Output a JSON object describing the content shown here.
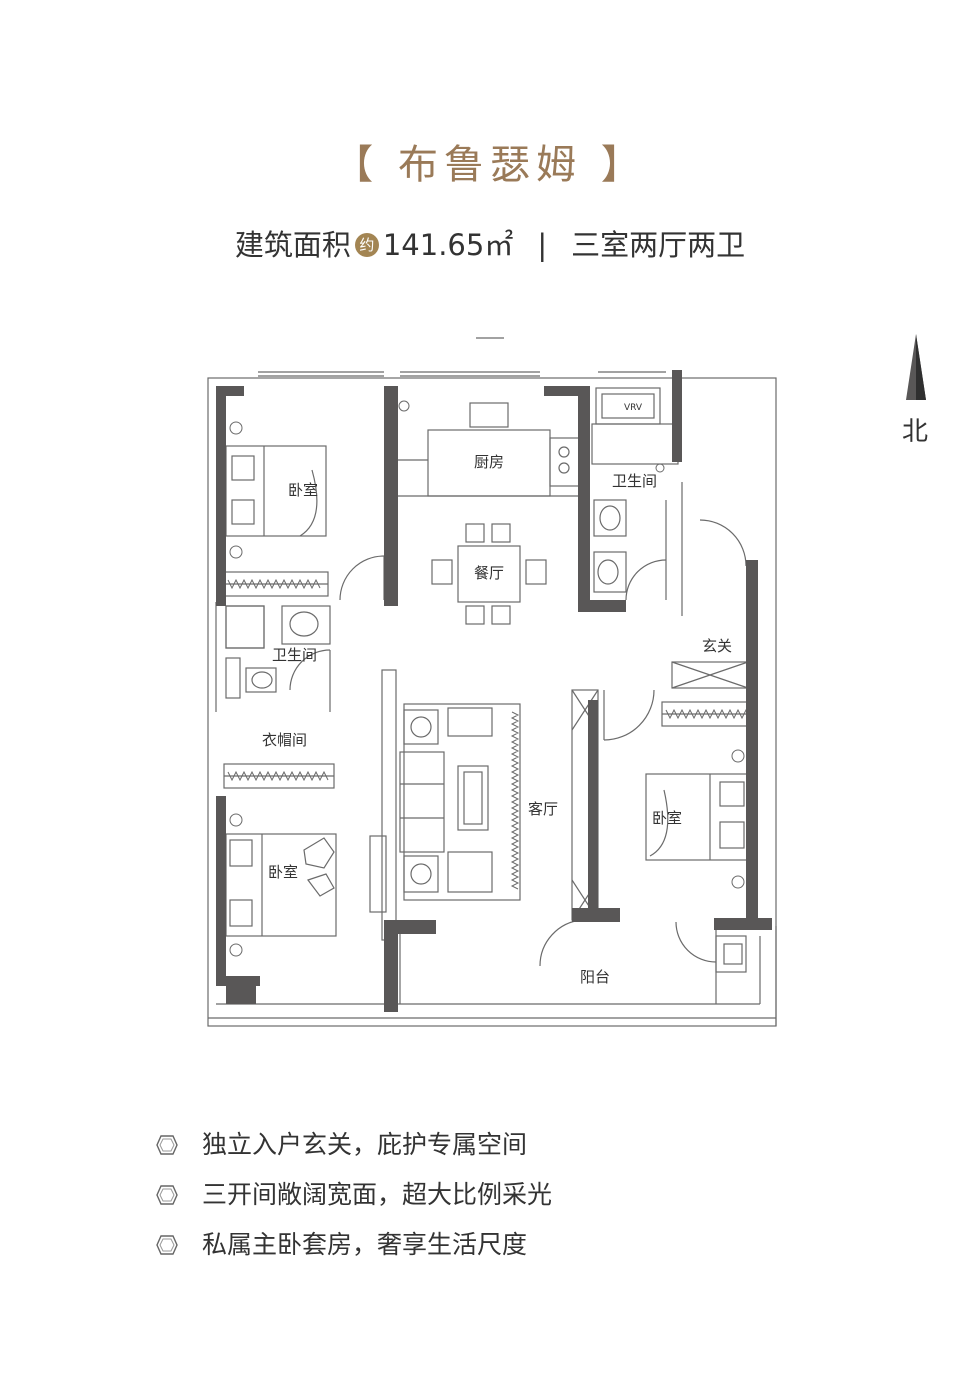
{
  "header": {
    "bracket_left": "【",
    "bracket_right": "】",
    "name": "布鲁瑟姆",
    "area_label": "建筑面积",
    "approx_badge": "约",
    "area_value": "141.65㎡",
    "separator": "|",
    "layout_type": "三室两厅两卫"
  },
  "plan": {
    "north_label": "北",
    "rooms": {
      "bedroom_nw": "卧室",
      "kitchen": "厨房",
      "bath_ne": "卫生间",
      "dining": "餐厅",
      "bath_w": "卫生间",
      "foyer": "玄关",
      "closet": "衣帽间",
      "living": "客厅",
      "bedroom_e": "卧室",
      "bedroom_sw": "卧室",
      "balcony": "阳台",
      "vrv": "VRV"
    },
    "colors": {
      "wall": "#595757",
      "line": "#6b6b6b"
    }
  },
  "features": [
    "独立入户玄关，庇护专属空间",
    "三开间敞阔宽面，超大比例采光",
    "私属主卧套房，奢享生活尺度"
  ],
  "accent_color": "#9a7a58"
}
